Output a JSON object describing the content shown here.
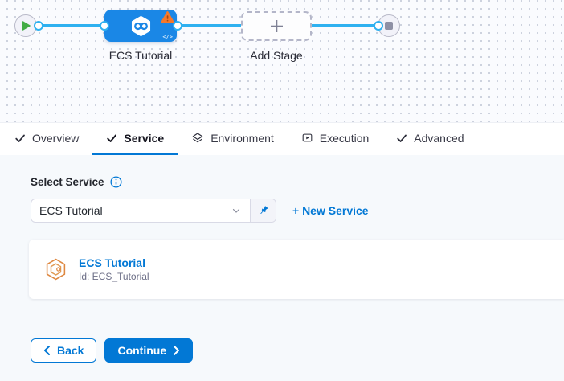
{
  "pipeline": {
    "stage_label": "ECS Tutorial",
    "add_stage_label": "Add Stage",
    "code_badge": "</>"
  },
  "tabs": [
    {
      "label": "Overview",
      "icon": "check-icon",
      "active": false
    },
    {
      "label": "Service",
      "icon": "check-icon",
      "active": true
    },
    {
      "label": "Environment",
      "icon": "environment-icon",
      "active": false
    },
    {
      "label": "Execution",
      "icon": "execution-icon",
      "active": false
    },
    {
      "label": "Advanced",
      "icon": "check-icon",
      "active": false
    }
  ],
  "service_form": {
    "label": "Select Service",
    "info_icon": "info-icon",
    "selected_service": "ECS Tutorial",
    "new_service_link": "+ New Service",
    "card": {
      "title": "ECS Tutorial",
      "id": "Id: ECS_Tutorial"
    }
  },
  "footer": {
    "back_label": "Back",
    "continue_label": "Continue"
  },
  "colors": {
    "primary": "#0278d5",
    "node_blue": "#1a87e6",
    "line_blue": "#2fb1f0",
    "warning_orange": "#f5792c",
    "success_green": "#42ab45",
    "service_icon_orange": "#de8841"
  }
}
